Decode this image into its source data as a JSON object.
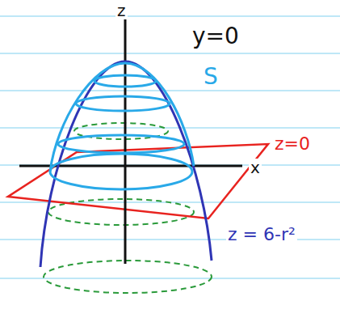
{
  "diagram": {
    "labels": [
      "z",
      "y=0",
      "S",
      "z=0",
      "x",
      "z = 6-r²"
    ]
  }
}
